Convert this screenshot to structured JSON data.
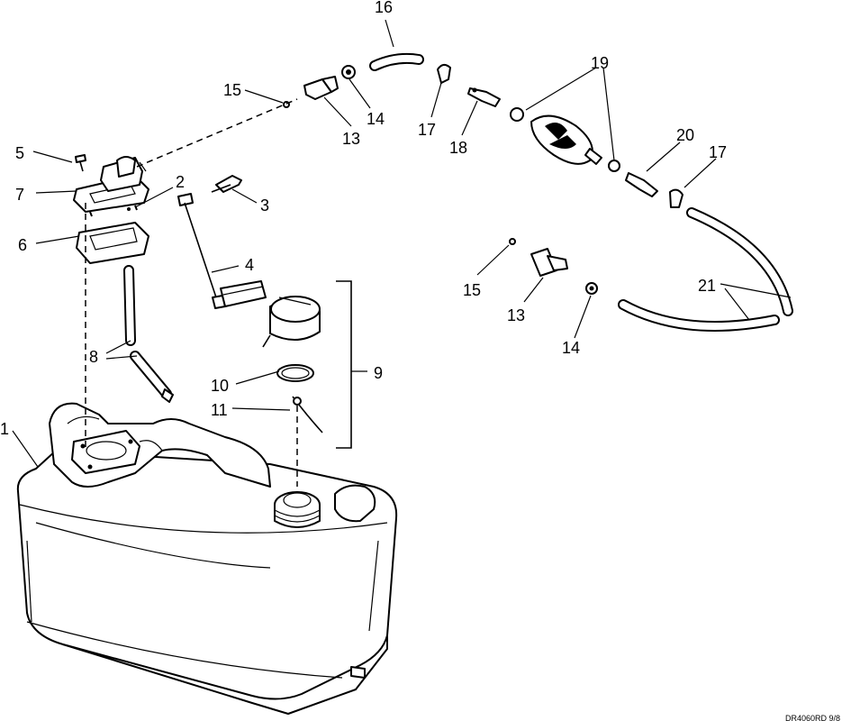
{
  "diagram": {
    "callouts": {
      "c1": "1",
      "c2": "2",
      "c3": "3",
      "c4": "4",
      "c5": "5",
      "c6": "6",
      "c7": "7",
      "c8": "8",
      "c9": "9",
      "c10": "10",
      "c11": "11",
      "c13a": "13",
      "c13b": "13",
      "c14a": "14",
      "c14b": "14",
      "c15a": "15",
      "c15b": "15",
      "c16": "16",
      "c17a": "17",
      "c17b": "17",
      "c18": "18",
      "c19": "19",
      "c20": "20",
      "c21": "21"
    },
    "corner_code": "DR4060RD  9/8"
  }
}
